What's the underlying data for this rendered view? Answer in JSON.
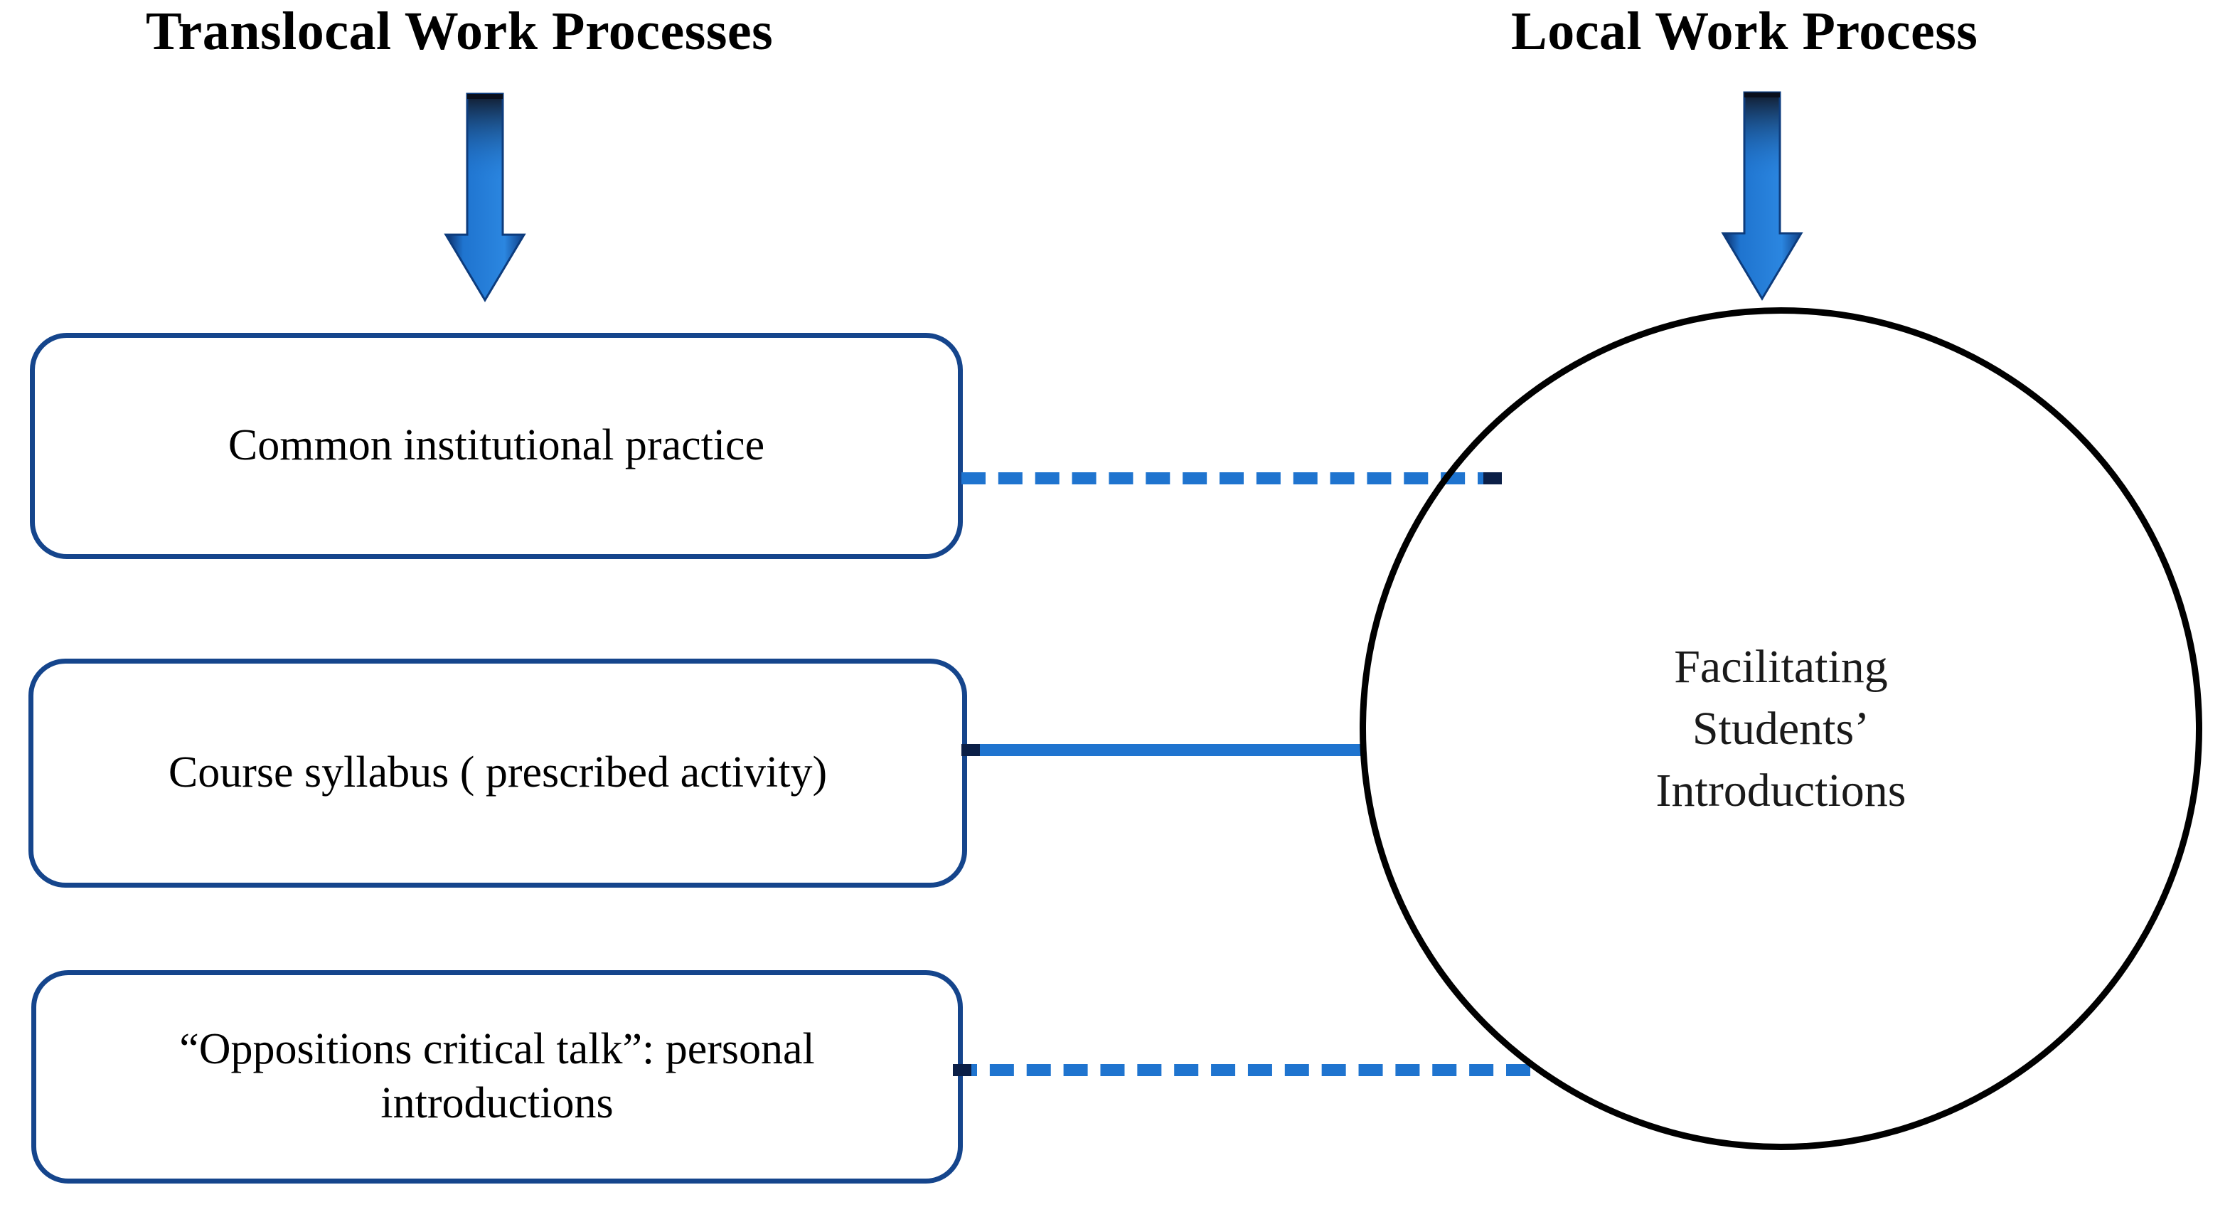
{
  "diagram": {
    "title_left": "Translocal Work Processes",
    "title_right": "Local Work Process",
    "colors": {
      "box_border": "#15458c",
      "connector_blue": "#1f74cf",
      "arrow_blue": "#1f74cf",
      "arrow_dark": "#0b1f47",
      "circle_stroke": "#000000",
      "text": "#000000",
      "background": "#ffffff"
    },
    "arrows": [
      {
        "name": "translocal-down-arrow",
        "direction": "down",
        "target": "Translocal boxes column"
      },
      {
        "name": "local-down-arrow",
        "direction": "down",
        "target": "Facilitating Students' Introductions circle"
      }
    ],
    "boxes": [
      {
        "id": "common",
        "label": "Common institutional practice"
      },
      {
        "id": "syllabus",
        "label": "Course syllabus ( prescribed activity)"
      },
      {
        "id": "talk",
        "label": "“Oppositions critical talk”: personal introductions"
      }
    ],
    "circle": {
      "line1": "Facilitating",
      "line2": "Students’",
      "line3": "Introductions"
    },
    "connectors": [
      {
        "from": "common",
        "to": "circle",
        "style": "dashed"
      },
      {
        "from": "syllabus",
        "to": "circle",
        "style": "solid"
      },
      {
        "from": "talk",
        "to": "circle",
        "style": "dashed"
      }
    ]
  }
}
